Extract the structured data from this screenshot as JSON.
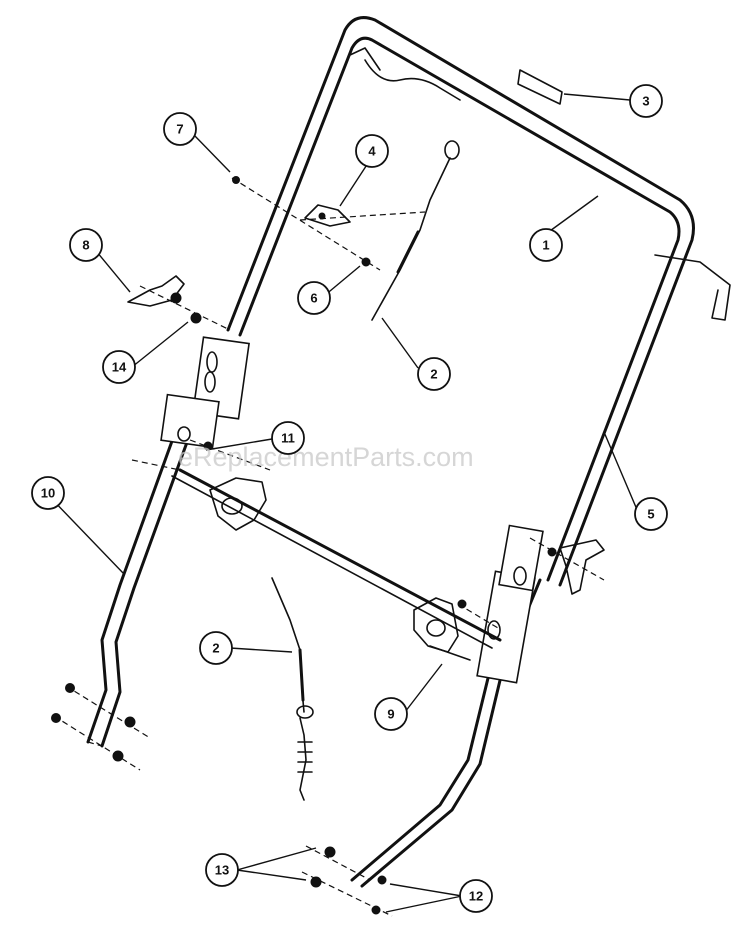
{
  "watermark": "eReplacementParts.com",
  "callouts": [
    {
      "id": "c1",
      "label": "1"
    },
    {
      "id": "c2a",
      "label": "2"
    },
    {
      "id": "c2b",
      "label": "2"
    },
    {
      "id": "c3",
      "label": "3"
    },
    {
      "id": "c4",
      "label": "4"
    },
    {
      "id": "c5",
      "label": "5"
    },
    {
      "id": "c6",
      "label": "6"
    },
    {
      "id": "c7",
      "label": "7"
    },
    {
      "id": "c8",
      "label": "8"
    },
    {
      "id": "c9",
      "label": "9"
    },
    {
      "id": "c10",
      "label": "10"
    },
    {
      "id": "c11",
      "label": "11"
    },
    {
      "id": "c12",
      "label": "12"
    },
    {
      "id": "c13",
      "label": "13"
    },
    {
      "id": "c14",
      "label": "14"
    }
  ]
}
